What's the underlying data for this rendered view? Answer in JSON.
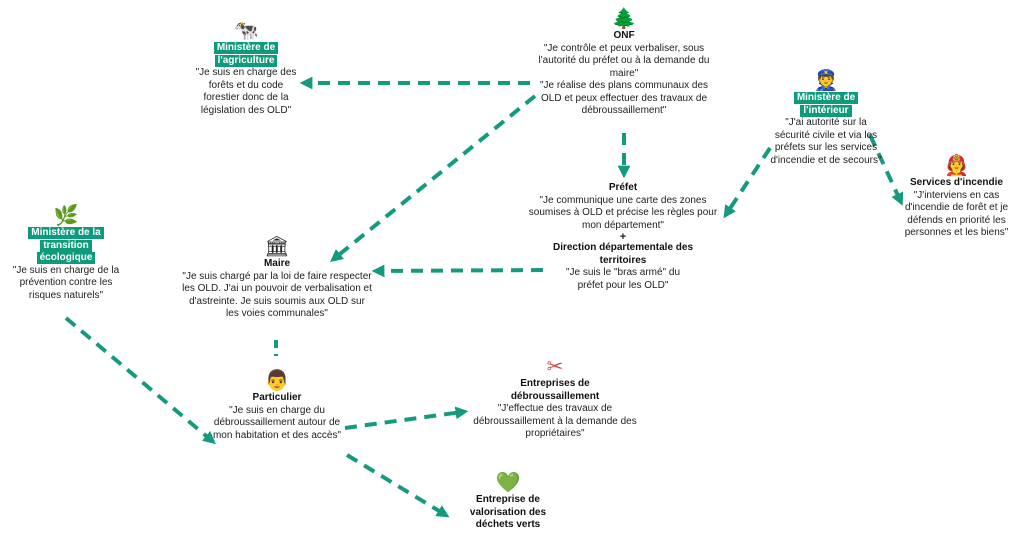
{
  "colors": {
    "accent": "#0d9b7c",
    "arrow": "#149a7d"
  },
  "nodes": {
    "agriculture": {
      "icon": "cow-icon",
      "glyph": "🐄",
      "title_lines": [
        "Ministère de",
        "l'agriculture"
      ],
      "desc": "\"Je suis en charge des forêts et du code forestier donc de la législation des OLD\""
    },
    "onf": {
      "icon": "tree-icon",
      "glyph": "🌲",
      "title": "ONF",
      "desc1": "\"Je contrôle et peux verbaliser, sous l'autorité du préfet ou à la demande du maire\"",
      "desc2": "\"Je réalise des plans communaux des OLD et peux effectuer des travaux de débroussaillement\""
    },
    "interieur": {
      "icon": "police-officer-icon",
      "glyph": "👮",
      "title_lines": [
        "Ministère de",
        "l'intérieur"
      ],
      "desc": "\"J'ai autorité sur la sécurité civile et via les préfets sur les services d'incendie et de secours\""
    },
    "incendie": {
      "icon": "firefighter-icon",
      "glyph": "🧑‍🚒",
      "title": "Services d'incendie",
      "desc": "\"J'interviens en cas d'incendie de forêt et je défends en priorité les personnes et les biens\""
    },
    "prefet": {
      "title": "Préfet",
      "desc": "\"Je communique une carte des zones soumises à OLD et précise les règles pour mon département\"",
      "plus": "+",
      "title2": "Direction départementale des territoires",
      "desc2": "\"Je suis le \"bras armé\" du préfet pour les OLD\""
    },
    "transition": {
      "icon": "herb-icon",
      "glyph": "🌿",
      "title_lines": [
        "Ministère de la",
        "transition",
        "écologique"
      ],
      "desc": "\"Je suis en charge de la prévention contre les risques naturels\""
    },
    "maire": {
      "icon": "town-hall-icon",
      "glyph": "🏛",
      "title": "Maire",
      "desc": "\"Je suis chargé par la loi de faire respecter les OLD. J'ai un pouvoir de verbalisation et d'astreinte. Je suis soumis aux OLD sur les voies communales\""
    },
    "particulier": {
      "icon": "person-icon",
      "glyph": "👨",
      "title": "Particulier",
      "desc": "\"Je suis en charge du débroussaillement autour de mon habitation et des accès\""
    },
    "entreprises": {
      "icon": "scissors-icon",
      "glyph": "✂",
      "title": "Entreprises de débroussaillement",
      "desc": "\"J'effectue des travaux de débroussaillement à la demande des propriétaires\""
    },
    "valorisation": {
      "icon": "green-heart-icon",
      "glyph": "💚",
      "title": "Entreprise de valorisation des déchets verts"
    }
  }
}
